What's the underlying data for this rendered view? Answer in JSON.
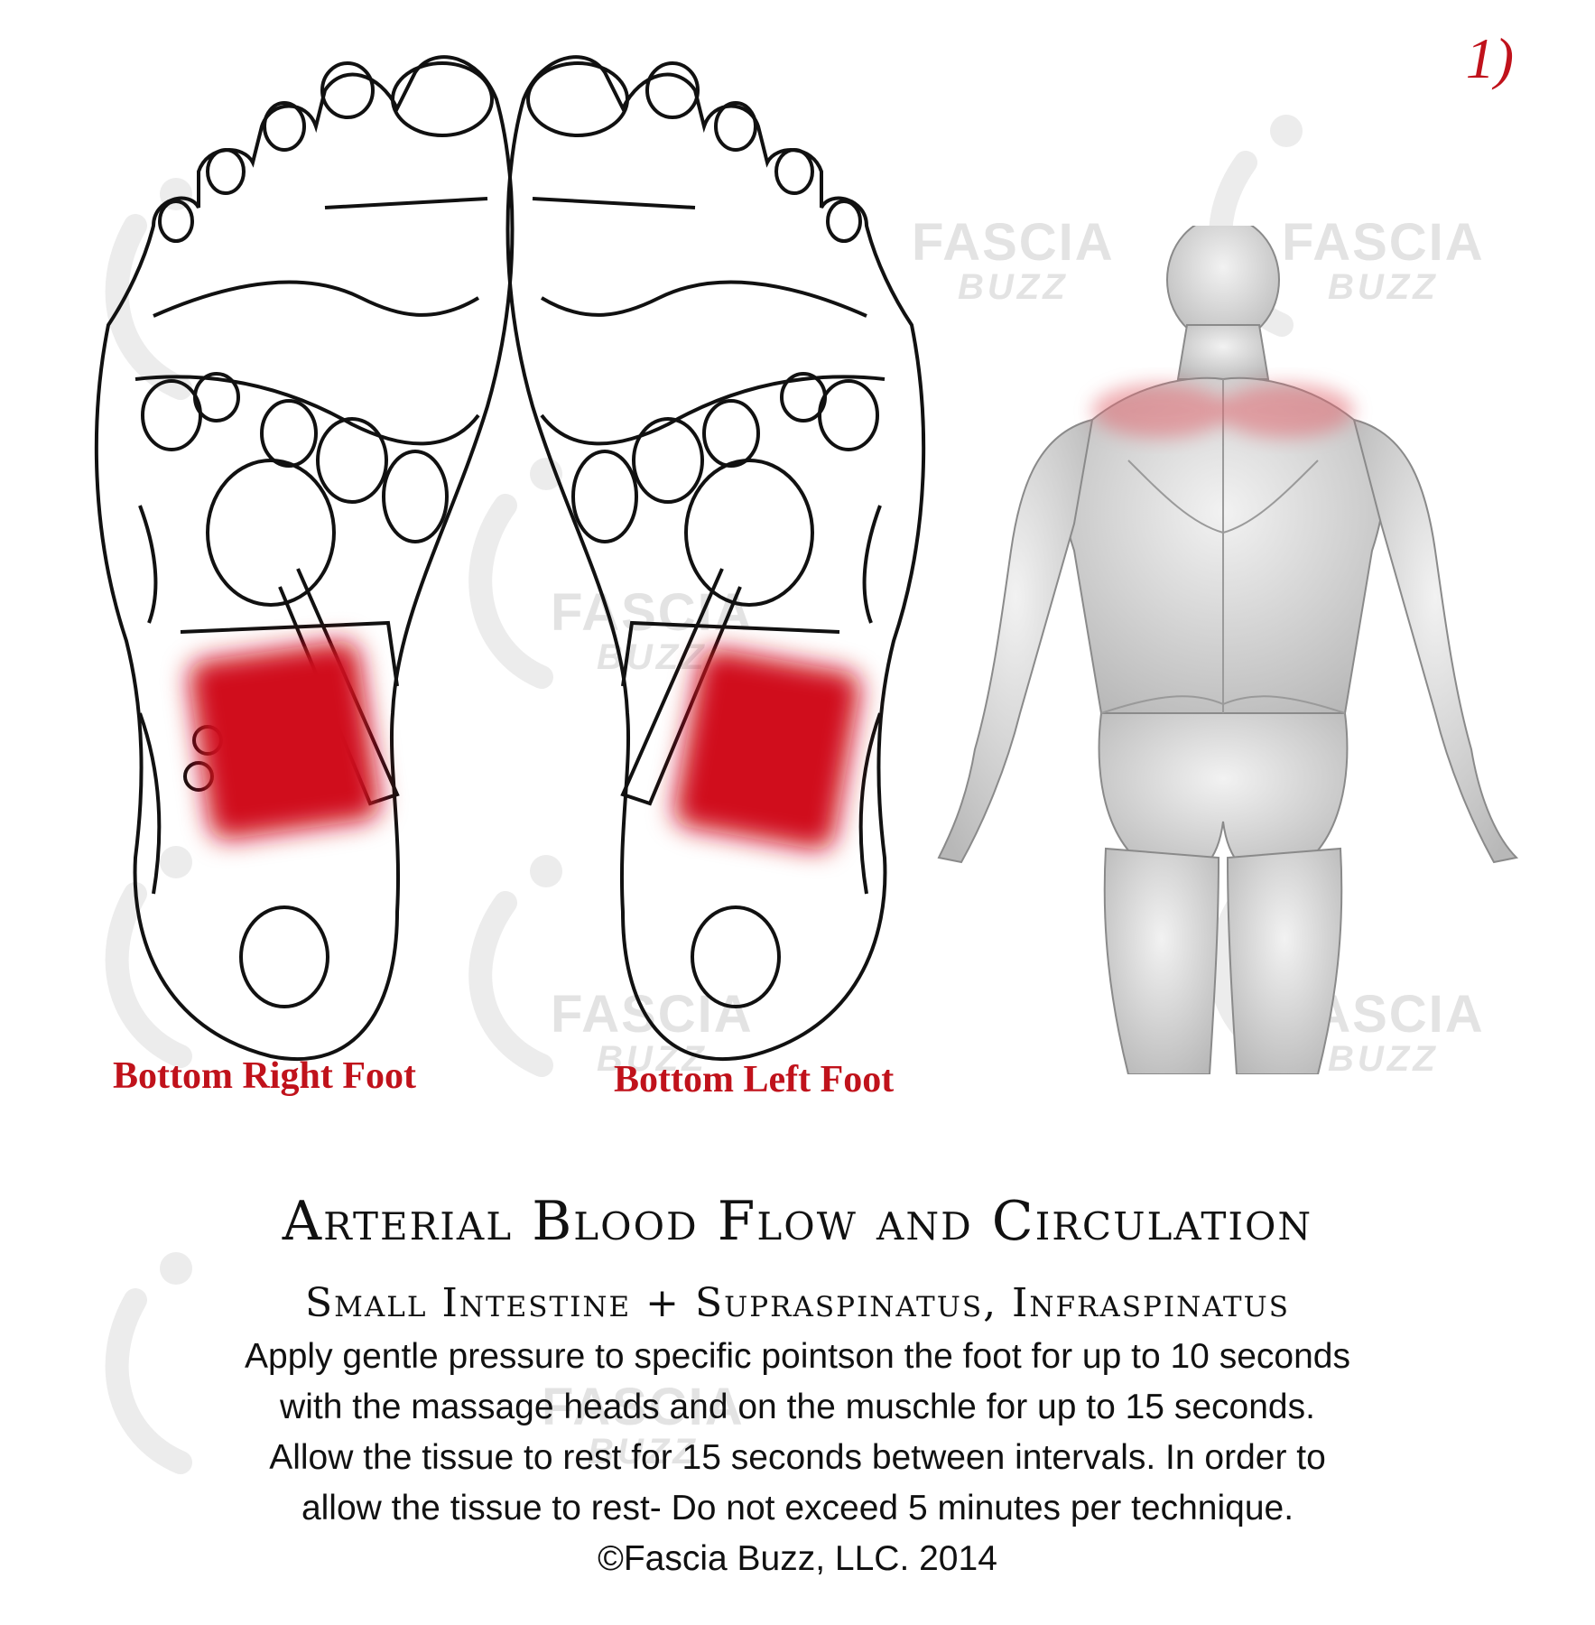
{
  "page_number": "1)",
  "labels": {
    "right_foot": "Bottom Right Foot",
    "left_foot": "Bottom Left Foot"
  },
  "watermark": {
    "line1": "FASCIA",
    "line2": "BUZZ"
  },
  "heading": {
    "title": "Arterial Blood Flow and Circulation",
    "subtitle": "Small Intestine + Supraspinatus, Infraspinatus"
  },
  "instructions": [
    "Apply gentle pressure to specific pointson the foot for up to 10 seconds",
    "with the massage heads and on the muschle for up to 15 seconds.",
    "Allow the tissue to rest for 15 seconds between intervals.  In order to",
    "allow the tissue to rest- Do not exceed 5 minutes per technique.",
    "©Fascia Buzz, LLC.  2014"
  ],
  "colors": {
    "accent": "#c0121b",
    "highlight": "#d0101a",
    "text": "#111111",
    "watermark": "#e3e3e3"
  },
  "icons": [
    "fascia-buzz-logo-icon"
  ]
}
